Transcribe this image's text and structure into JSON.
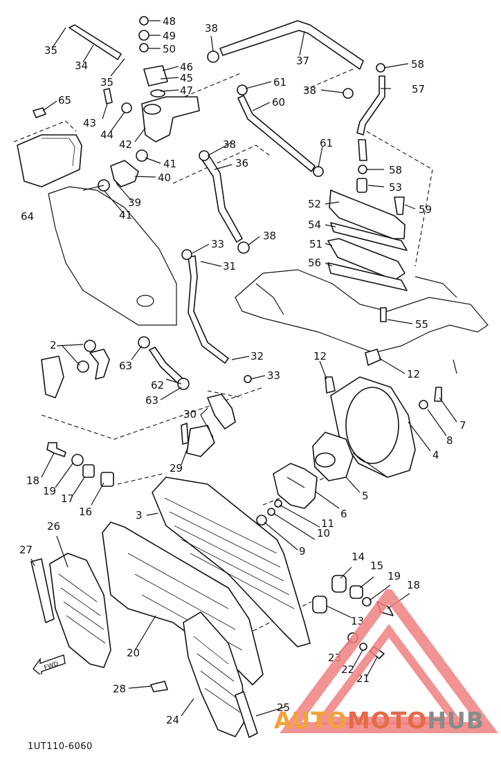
{
  "diagram": {
    "code": "1UT110-6060",
    "watermark": {
      "brand_part1": "AUTO",
      "brand_part2": "MOTO",
      "brand_part3": "HUB",
      "colors": {
        "auto": "#f2a33a",
        "moto": "#e36b47",
        "hub": "#8a8a8a",
        "triangle": "#f08080"
      }
    },
    "fwd_label": "FWD",
    "callouts": [
      "48",
      "49",
      "50",
      "38",
      "35",
      "34",
      "35",
      "46",
      "45",
      "47",
      "37",
      "58",
      "57",
      "61",
      "60",
      "38",
      "65",
      "43",
      "44",
      "42",
      "41",
      "40",
      "38",
      "36",
      "61",
      "58",
      "53",
      "52",
      "59",
      "64",
      "39",
      "41",
      "54",
      "33",
      "38",
      "51",
      "31",
      "56",
      "55",
      "2",
      "63",
      "32",
      "33",
      "12",
      "12",
      "62",
      "63",
      "7",
      "30",
      "8",
      "4",
      "29",
      "18",
      "19",
      "17",
      "16",
      "5",
      "6",
      "3",
      "11",
      "10",
      "9",
      "26",
      "27",
      "14",
      "15",
      "19",
      "18",
      "13",
      "23",
      "22",
      "21",
      "20",
      "28",
      "24",
      "25"
    ]
  }
}
